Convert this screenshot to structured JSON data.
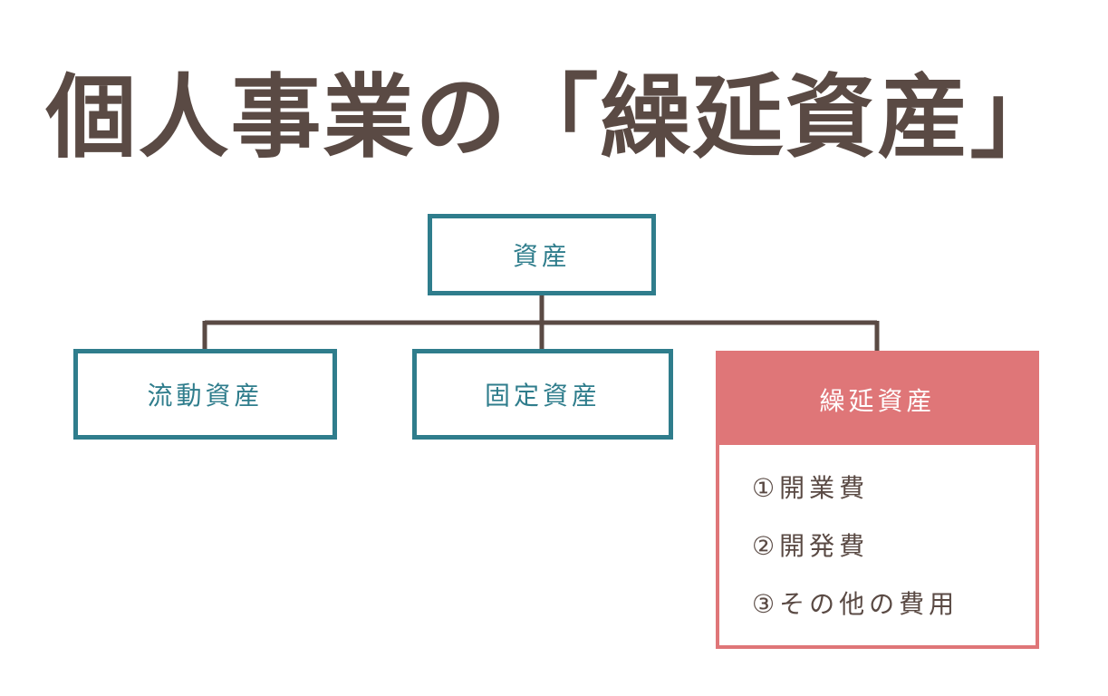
{
  "title": "個人事業の「繰延資産」",
  "diagram": {
    "root": {
      "label": "資産"
    },
    "children": [
      {
        "label": "流動資産"
      },
      {
        "label": "固定資産"
      },
      {
        "label": "繰延資産",
        "items": [
          "①開業費",
          "②開発費",
          "③その他の費用"
        ]
      }
    ]
  },
  "colors": {
    "title": "#5a4a44",
    "teal": "#2f7d8c",
    "pink": "#df7678",
    "connector": "#5a4a44",
    "item_text": "#5a4a44"
  }
}
